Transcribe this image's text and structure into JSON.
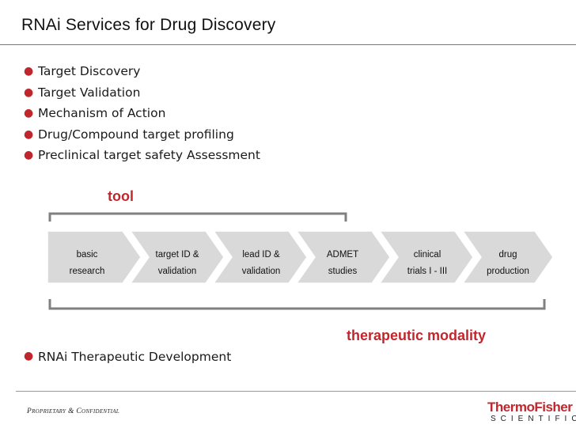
{
  "slide": {
    "title": "RNAi Services for Drug Discovery",
    "bullets": [
      "Target Discovery",
      "Target Validation",
      "Mechanism of Action",
      "Drug/Compound target profiling",
      "Preclinical target safety Assessment"
    ],
    "bullet_after": "RNAi Therapeutic Development"
  },
  "diagram": {
    "tool_label": "tool",
    "therapeutic_label": "therapeutic modality",
    "stages": [
      {
        "line1": "basic",
        "line2": "research"
      },
      {
        "line1": "target ID &",
        "line2": "validation"
      },
      {
        "line1": "lead ID &",
        "line2": "validation"
      },
      {
        "line1": "ADMET",
        "line2": "studies"
      },
      {
        "line1": "clinical",
        "line2": "trials I - III"
      },
      {
        "line1": "drug",
        "line2": "production"
      }
    ]
  },
  "footer": {
    "confidential": "Proprietary & Confidential",
    "logo_main": "ThermoFisher",
    "logo_sub": "SCIENTIFIC"
  },
  "colors": {
    "accent": "#c0272d",
    "chevron": "#d9d9d9"
  }
}
